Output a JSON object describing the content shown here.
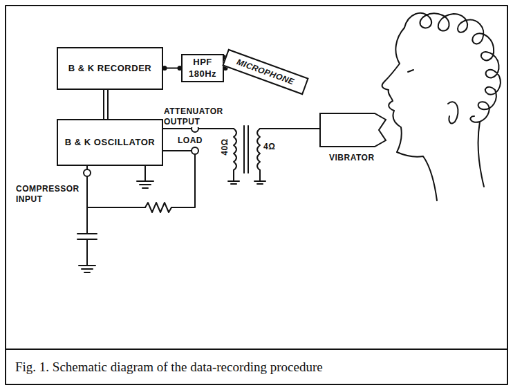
{
  "diagram": {
    "caption": "Fig. 1. Schematic diagram of the data-recording procedure",
    "nodes": [
      {
        "text": [
          "B & K RECORDER"
        ]
      },
      {
        "text": [
          "HPF 180Hz"
        ]
      },
      {
        "text": [
          "MICROPHONE"
        ]
      },
      {
        "text": [
          "B & K OSCILLATOR"
        ]
      },
      {
        "text": [
          "VIBRATOR"
        ]
      }
    ],
    "edges": [
      {
        "from": 0,
        "to": 1,
        "arrow": "none"
      },
      {
        "from": 1,
        "to": 2,
        "arrow": "none"
      },
      {
        "from": 0,
        "to": 3,
        "arrow": "none"
      }
    ],
    "labels": [
      "ATTENUATOR OUTPUT",
      "LOAD",
      "COMPRESSOR INPUT",
      "40Ω",
      "4Ω"
    ]
  }
}
